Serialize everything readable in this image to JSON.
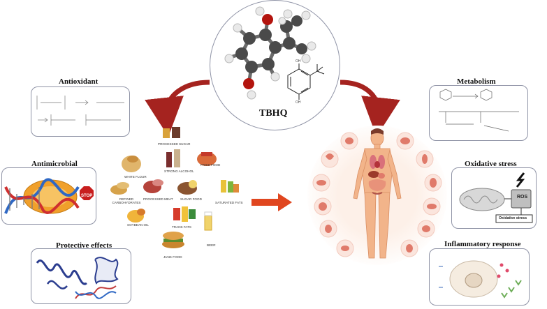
{
  "center": {
    "compound_label": "TBHQ",
    "oh_top": "OH",
    "oh_bottom": "OH"
  },
  "panels": {
    "antioxidant": {
      "title": "Antioxidant"
    },
    "antimicrobial": {
      "title": "Antimicrobial",
      "stop_sign": "STOP"
    },
    "protective": {
      "title": "Protective effects"
    },
    "metabolism": {
      "title": "Metabolism"
    },
    "oxidative": {
      "title": "Oxidative stress",
      "ros": "ROS",
      "oxidative_stress_box": "Oxidative stress"
    },
    "inflammatory": {
      "title": "Inflammatory response"
    }
  },
  "foods": [
    {
      "label": "Processed sugar"
    },
    {
      "label": "White flour"
    },
    {
      "label": "Strong alcohol"
    },
    {
      "label": "Fried food"
    },
    {
      "label": "Refined carbohydrates"
    },
    {
      "label": "Processed meat"
    },
    {
      "label": "Sugar food"
    },
    {
      "label": "Saturated fats"
    },
    {
      "label": "Trans fats"
    },
    {
      "label": "Soybean oil"
    },
    {
      "label": "Junk food"
    },
    {
      "label": "Beer"
    }
  ],
  "colors": {
    "arrow_red": "#a5231f",
    "center_arrow": "#e0461f",
    "panel_border": "#8f93a6"
  }
}
